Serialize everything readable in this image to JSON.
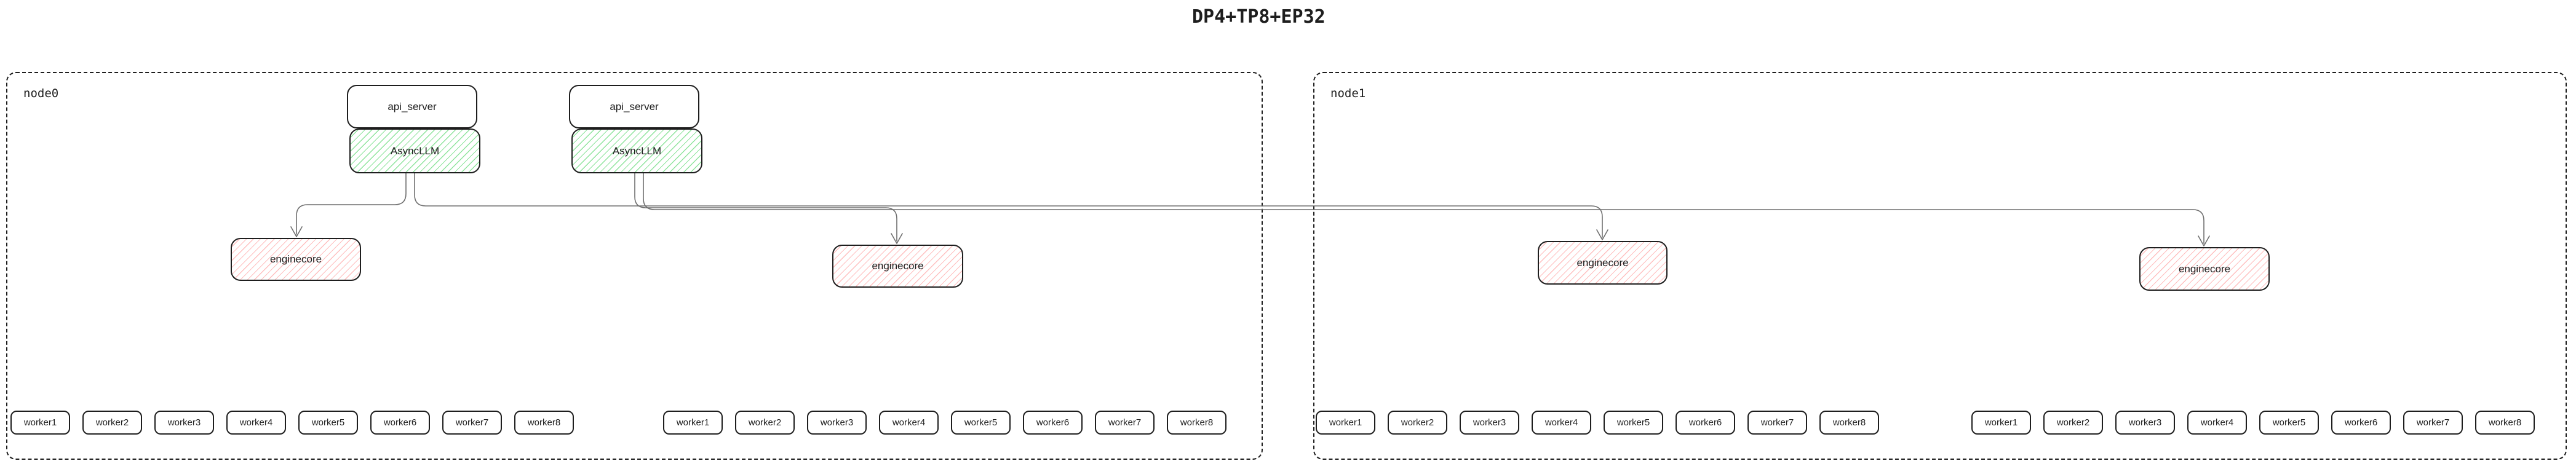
{
  "title": "DP4+TP8+EP32",
  "colors": {
    "background": "#ffffff",
    "shape_stroke": "#1e1e1e",
    "connector_stroke": "#6f6f6f",
    "async_llm_hatch_green": "#69db7c",
    "enginecore_hatch_red": "#ff8a8a",
    "box_fill": "#ffffff"
  },
  "nodes": [
    {
      "label": "node0",
      "api_servers": [
        {
          "label": "api_server"
        },
        {
          "label": "api_server"
        }
      ],
      "async_llms": [
        {
          "label": "AsyncLLM"
        },
        {
          "label": "AsyncLLM"
        }
      ],
      "engine_cores": [
        {
          "label": "enginecore"
        },
        {
          "label": "enginecore"
        }
      ],
      "worker_groups": [
        [
          "worker1",
          "worker2",
          "worker3",
          "worker4",
          "worker5",
          "worker6",
          "worker7",
          "worker8"
        ],
        [
          "worker1",
          "worker2",
          "worker3",
          "worker4",
          "worker5",
          "worker6",
          "worker7",
          "worker8"
        ]
      ]
    },
    {
      "label": "node1",
      "api_servers": [],
      "async_llms": [],
      "engine_cores": [
        {
          "label": "enginecore"
        },
        {
          "label": "enginecore"
        }
      ],
      "worker_groups": [
        [
          "worker1",
          "worker2",
          "worker3",
          "worker4",
          "worker5",
          "worker6",
          "worker7",
          "worker8"
        ],
        [
          "worker1",
          "worker2",
          "worker3",
          "worker4",
          "worker5",
          "worker6",
          "worker7",
          "worker8"
        ]
      ]
    }
  ],
  "connections": [
    {
      "from": "node0.AsyncLLM.1",
      "to": "node0.enginecore.1"
    },
    {
      "from": "node0.AsyncLLM.1",
      "to": "node1.enginecore.1"
    },
    {
      "from": "node0.AsyncLLM.2",
      "to": "node0.enginecore.2"
    },
    {
      "from": "node0.AsyncLLM.2",
      "to": "node1.enginecore.2"
    }
  ]
}
